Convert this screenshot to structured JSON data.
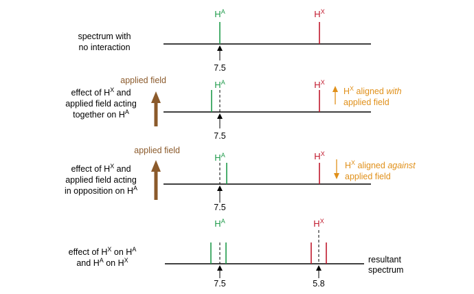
{
  "labels": {
    "HA": {
      "base": "H",
      "sup": "A"
    },
    "HX": {
      "base": "H",
      "sup": "X"
    }
  },
  "shifts": {
    "ha": "7.5",
    "hx": "5.8"
  },
  "field": {
    "label": "applied field",
    "with": {
      "pre": "H",
      "sup": "X",
      "mid": " aligned ",
      "em": "with",
      "post": "applied field"
    },
    "against": {
      "pre": "H",
      "sup": "X",
      "mid": " aligned ",
      "em": "against",
      "post": "applied field"
    }
  },
  "rows": {
    "r1": {
      "line1": "spectrum with",
      "line2": "no interaction"
    },
    "r2": {
      "l1_pre": "effect of H",
      "l1_sup": "X",
      "l1_post": " and",
      "l2": "applied field acting",
      "l3_pre": "together on H",
      "l3_sup": "A"
    },
    "r3": {
      "l1_pre": "effect of H",
      "l1_sup": "X",
      "l1_post": " and",
      "l2": "applied field acting",
      "l3_pre": "in opposition on H",
      "l3_sup": "A"
    },
    "r4": {
      "l1_pre": "effect of H",
      "l1_sup": "X",
      "l1_mid": " on H",
      "l1_sup2": "A",
      "l2_pre": "and H",
      "l2_sup": "A",
      "l2_mid": " on H",
      "l2_sup2": "X"
    }
  },
  "resultant": {
    "line1": "resultant",
    "line2": "spectrum"
  },
  "colors": {
    "ha": "#1e9a4a",
    "hx": "#c0172b",
    "field": "#8b5a2b",
    "orange": "#e0901a",
    "ink": "#000000"
  }
}
